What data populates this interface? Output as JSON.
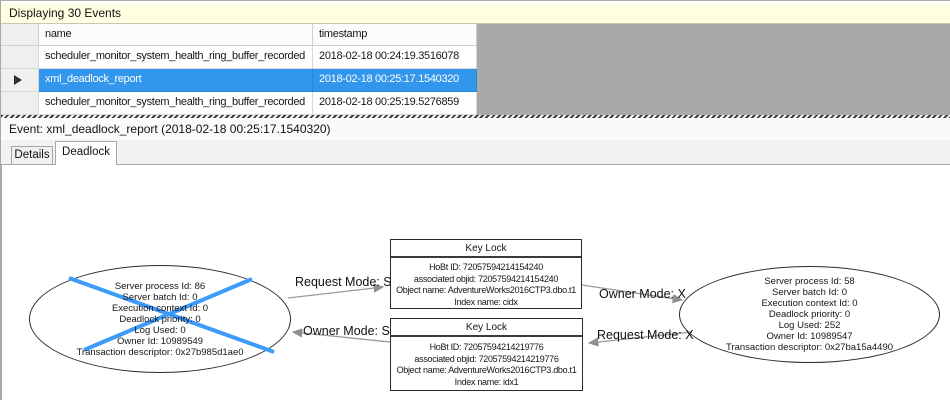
{
  "window": {
    "title_bar": "Displaying 30 Events"
  },
  "grid": {
    "columns": [
      "name",
      "timestamp"
    ],
    "rows": [
      {
        "name": "scheduler_monitor_system_health_ring_buffer_recorded",
        "timestamp": "2018-02-18 00:24:19.3516078"
      },
      {
        "name": "xml_deadlock_report",
        "timestamp": "2018-02-18 00:25:17.1540320"
      },
      {
        "name": "scheduler_monitor_system_health_ring_buffer_recorded",
        "timestamp": "2018-02-18 00:25:19.5276859"
      }
    ],
    "selected_row_index": 1
  },
  "event_bar": {
    "label": "Event: xml_deadlock_report (2018-02-18 00:25:17.1540320)"
  },
  "tabs": [
    {
      "label": "Details",
      "active": false
    },
    {
      "label": "Deadlock",
      "active": true
    }
  ],
  "deadlock_graph": {
    "processes": [
      {
        "position": "left",
        "victim": true,
        "lines": [
          "Server process Id: 86",
          "Server batch Id: 0",
          "Execution context Id: 0",
          "Deadlock priority: 0",
          "Log Used: 0",
          "Owner Id: 10989549",
          "Transaction descriptor: 0x27b985d1ae0"
        ]
      },
      {
        "position": "right",
        "victim": false,
        "lines": [
          "Server process Id: 58",
          "Server batch Id: 0",
          "Execution context Id: 0",
          "Deadlock priority: 0",
          "Log Used: 252",
          "Owner Id: 10989547",
          "Transaction descriptor: 0x27ba15a4490"
        ]
      }
    ],
    "resources": [
      {
        "title": "Key Lock",
        "lines": [
          "HoBt ID: 72057594214154240",
          "associated objid: 72057594214154240",
          "Object name: AdventureWorks2016CTP3.dbo.t1",
          "Index name: cidx"
        ]
      },
      {
        "title": "Key Lock",
        "lines": [
          "HoBt ID: 72057594214219776",
          "associated objid: 72057594214219776",
          "Object name: AdventureWorks2016CTP3.dbo.t1",
          "Index name: idx1"
        ]
      }
    ],
    "edges": [
      {
        "label": "Request Mode: S",
        "from": "left-process",
        "to": "top-key-lock"
      },
      {
        "label": "Owner Mode: S",
        "from": "bottom-key-lock",
        "to": "left-process"
      },
      {
        "label": "Owner Mode: X",
        "from": "top-key-lock",
        "to": "right-process"
      },
      {
        "label": "Request Mode: X",
        "from": "right-process",
        "to": "bottom-key-lock"
      }
    ],
    "colors": {
      "victim_cross": "#3d9bfa",
      "edge": "#9a9a9a",
      "selection": "#3296ec",
      "message_bar": "#ffffe1",
      "grid_void": "#a9a9a9"
    }
  }
}
